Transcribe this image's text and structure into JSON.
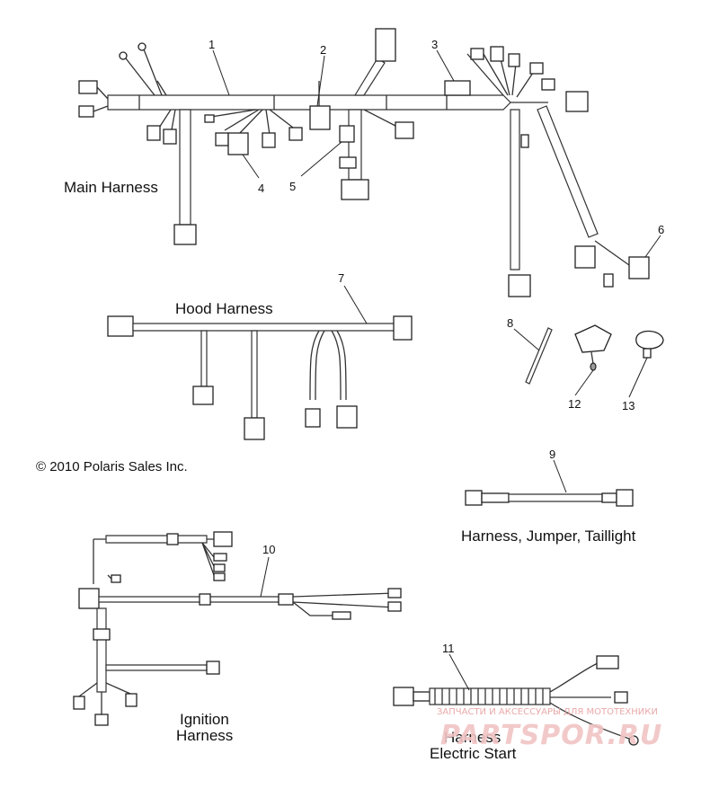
{
  "callouts": {
    "c1": "1",
    "c2": "2",
    "c3": "3",
    "c4": "4",
    "c5": "5",
    "c6": "6",
    "c7": "7",
    "c8": "8",
    "c9": "9",
    "c10": "10",
    "c11": "11",
    "c12": "12",
    "c13": "13"
  },
  "labels": {
    "main_harness": "Main Harness",
    "hood_harness": "Hood Harness",
    "jumper_taillight": "Harness, Jumper, Taillight",
    "ignition_line1": "Ignition",
    "ignition_line2": "Harness",
    "electric_start_line1": "Harness",
    "electric_start_line2": "Electric Start"
  },
  "copyright": "© 2010 Polaris Sales Inc.",
  "watermark": {
    "tagline": "ЗАПЧАСТИ И АКСЕССУАРЫ ДЛЯ МОТОТЕХНИКИ",
    "logo": "PARTSPOR.RU"
  },
  "colors": {
    "line": "#333333",
    "watermark": "#e8a0a0"
  }
}
